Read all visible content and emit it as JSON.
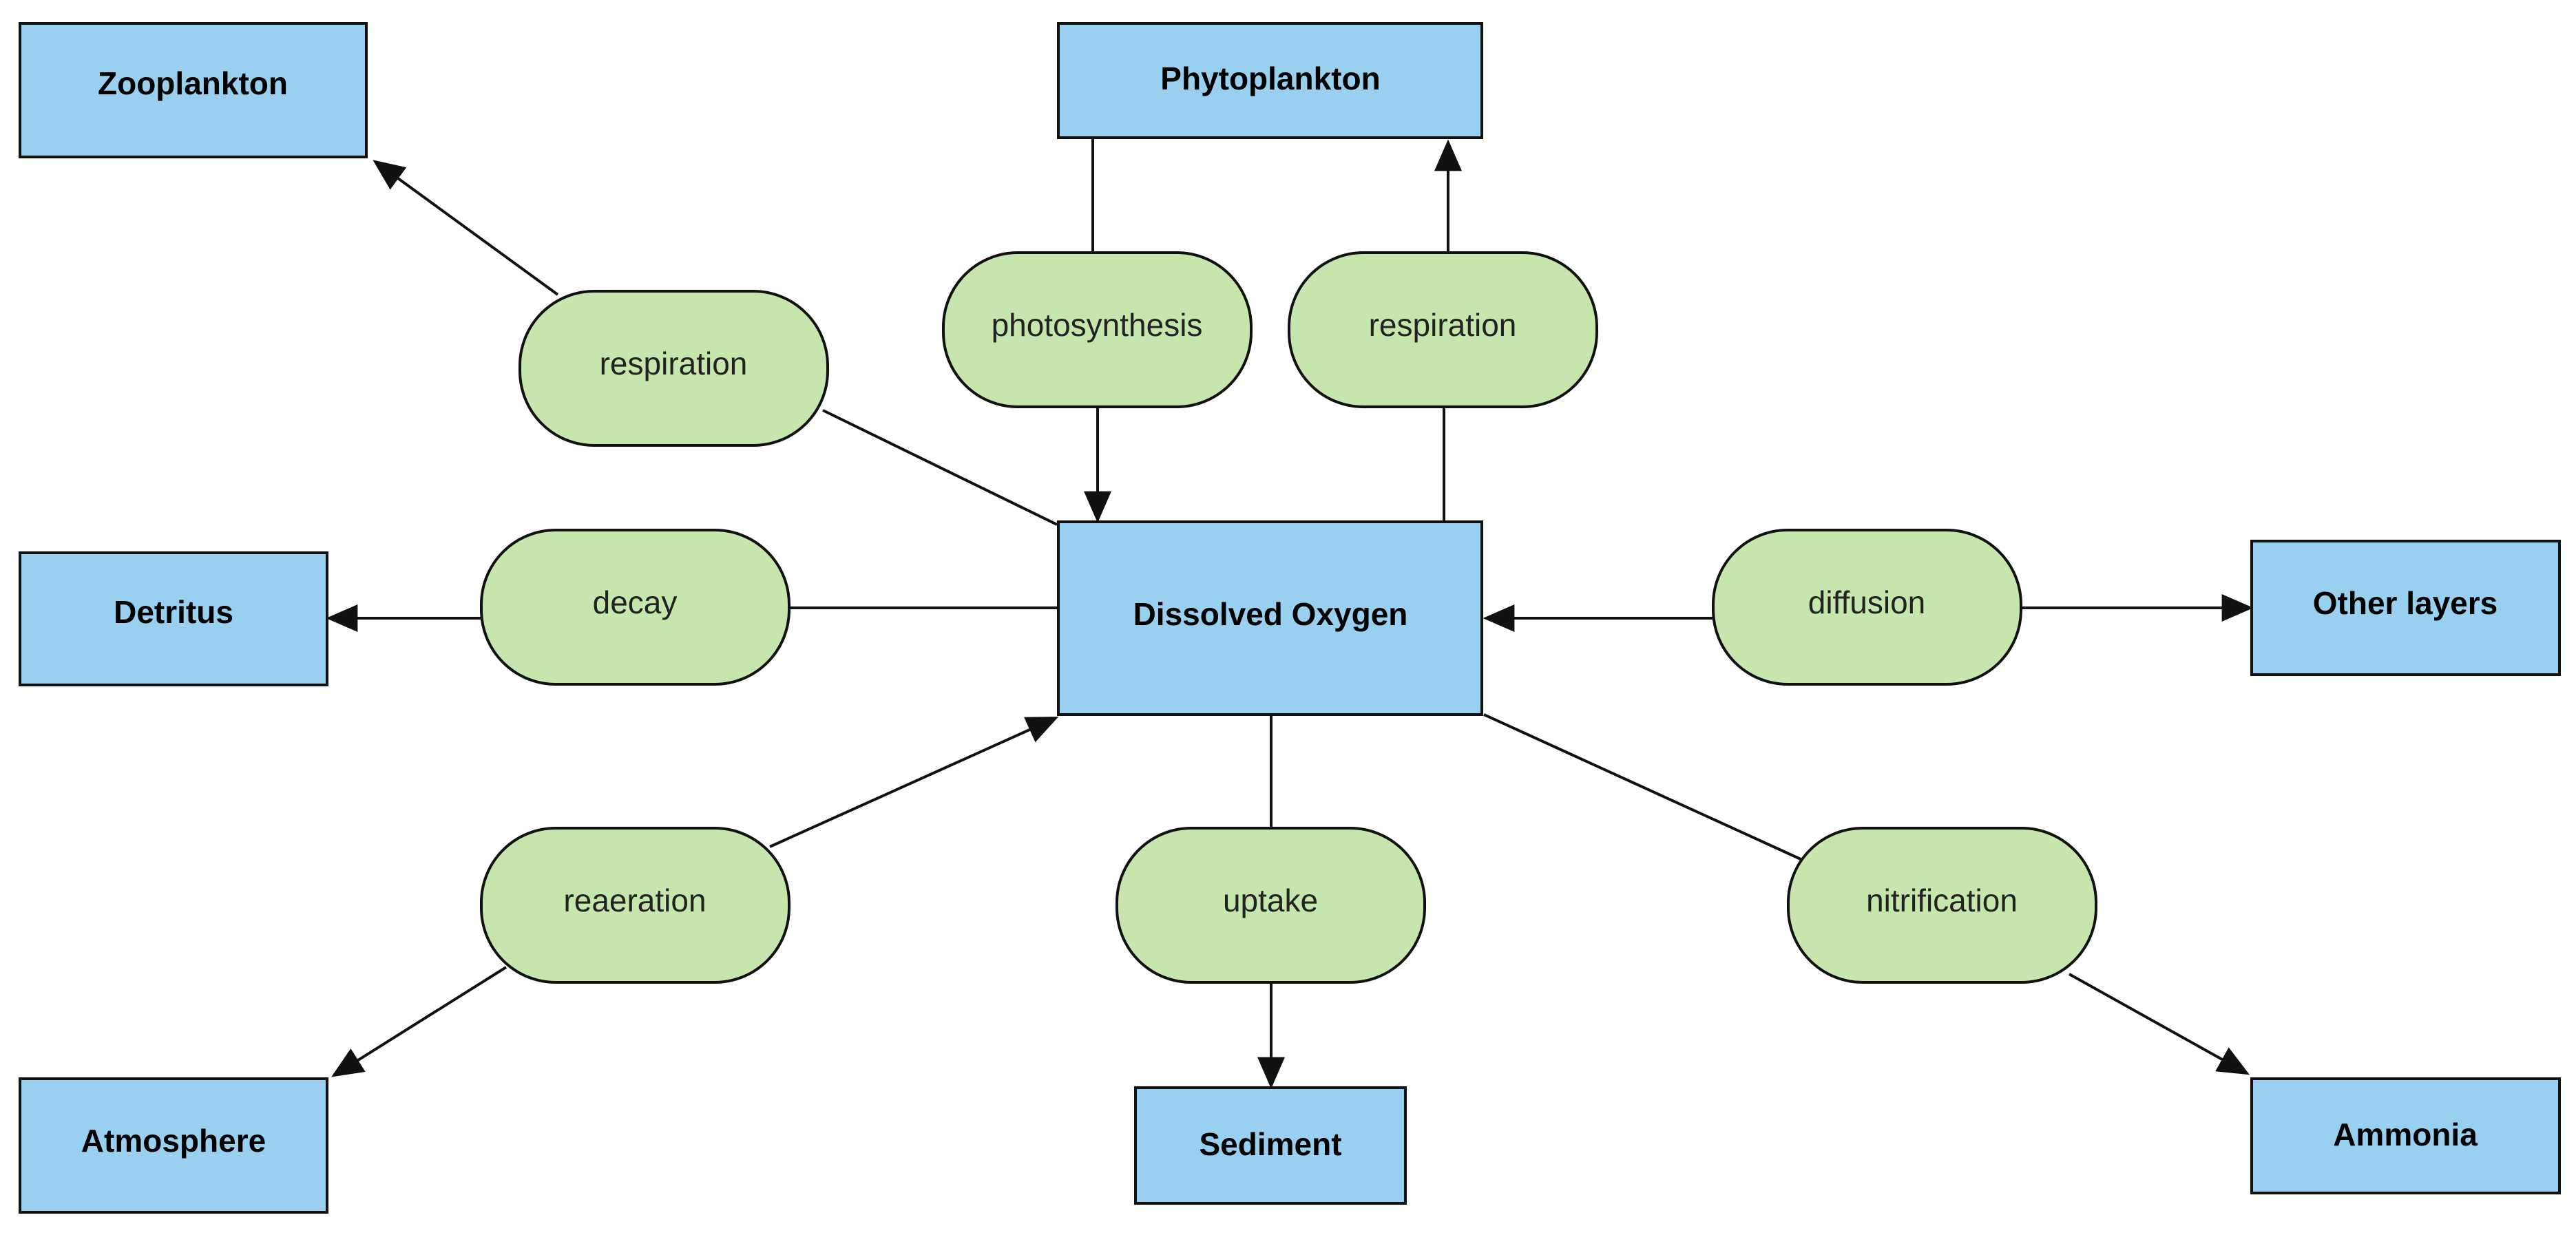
{
  "colors": {
    "box_fill": "#99cfef",
    "pill_fill": "#c6e6ad",
    "stroke": "#111111"
  },
  "boxes": {
    "zooplankton": "Zooplankton",
    "phytoplankton": "Phytoplankton",
    "detritus": "Detritus",
    "dissolved_oxygen": "Dissolved Oxygen",
    "other_layers": "Other layers",
    "atmosphere": "Atmosphere",
    "sediment": "Sediment",
    "ammonia": "Ammonia"
  },
  "processes": {
    "respiration_zooplankton": "respiration",
    "photosynthesis": "photosynthesis",
    "respiration_phytoplankton": "respiration",
    "decay": "decay",
    "diffusion": "diffusion",
    "reaeration": "reaeration",
    "uptake": "uptake",
    "nitrification": "nitrification"
  }
}
